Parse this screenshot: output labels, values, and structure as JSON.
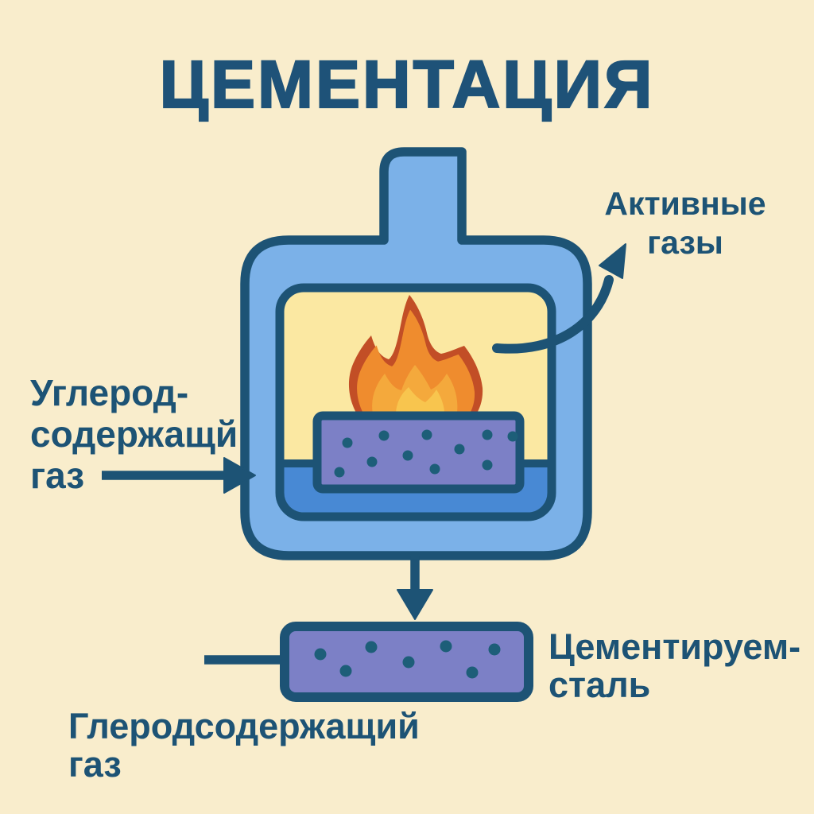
{
  "title": "ЦЕМЕНТАЦИЯ",
  "labels": {
    "active_gases": {
      "lines": [
        "Активные",
        "газы"
      ]
    },
    "carbon_gas": {
      "lines": [
        "Углерод-",
        "содержащй",
        "газ"
      ]
    },
    "cemented_steel": {
      "lines": [
        "Цементируем-",
        "сталь"
      ]
    },
    "carbon_gas_bottom": {
      "lines": [
        "Глеродсодержащий",
        "газ"
      ]
    }
  },
  "icons": {
    "flame": "flame-icon",
    "active_gases_arrow": "curved-arrow-up-right",
    "inlet_arrow": "arrow-right",
    "outlet_arrow": "arrow-down"
  },
  "colors": {
    "background": "#f9edcc",
    "ink": "#1d5375",
    "title_text": "#1e5278",
    "furnace_fill": "#7bb1e8",
    "furnace_water": "#4889d4",
    "chamber_fill": "#fbe8a2",
    "steel_fill": "#7c80c6",
    "steel_dot": "#1d5e78",
    "flame_outer": "#c24e26",
    "flame_mid": "#ef8c2e",
    "flame_inner": "#f4a93c",
    "flame_core": "#f8c54e"
  }
}
